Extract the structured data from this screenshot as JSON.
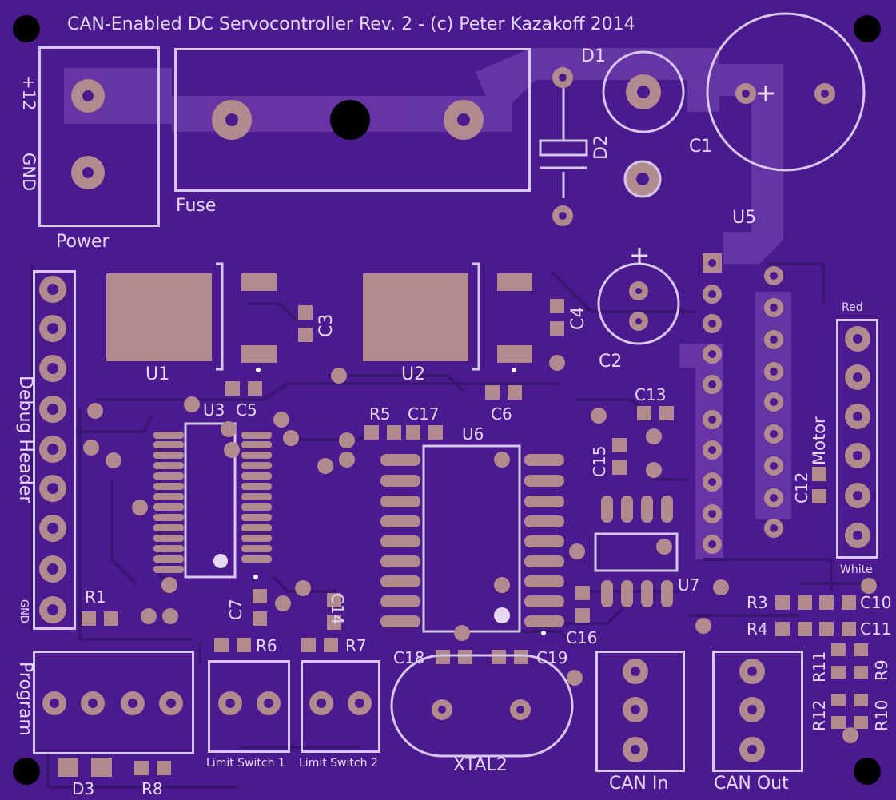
{
  "title": "CAN-Enabled DC Servocontroller Rev. 2 - (c) Peter Kazakoff 2014",
  "labels": {
    "plus12": "+12",
    "gnd": "GND",
    "power": "Power",
    "fuse": "Fuse",
    "d1": "D1",
    "d2": "D2",
    "c1": "C1",
    "u5": "U5",
    "c2": "C2",
    "c3": "C3",
    "c4": "C4",
    "c5": "C5",
    "c6": "C6",
    "c7": "C7",
    "c10": "C10",
    "c11": "C11",
    "c12": "C12",
    "c13": "C13",
    "c14": "C14",
    "c15": "C15",
    "c16": "C16",
    "c17": "C17",
    "c18": "C18",
    "c19": "C19",
    "u1": "U1",
    "u2": "U2",
    "u3": "U3",
    "u6": "U6",
    "u7": "U7",
    "r1": "R1",
    "r3": "R3",
    "r4": "R4",
    "r5": "R5",
    "r6": "R6",
    "r7": "R7",
    "r8": "R8",
    "r9": "R9",
    "r10": "R10",
    "r11": "R11",
    "r12": "R12",
    "d3": "D3",
    "debug_header": "Debug Header",
    "debug_gnd": "GND",
    "program": "Program",
    "limit_switch_1": "Limit Switch 1",
    "limit_switch_2": "Limit Switch 2",
    "xtal2": "XTAL2",
    "can_in": "CAN In",
    "can_out": "CAN Out",
    "motor": "Motor",
    "red": "Red",
    "white": "White",
    "plus_sign": "+"
  },
  "colors": {
    "board": "#4a1a8e",
    "copper_trace": "#3d1775",
    "pour": "#8a5cc0",
    "pad": "#b08a8e",
    "silkscreen": "#d6c8ec",
    "hole": "#000000"
  }
}
